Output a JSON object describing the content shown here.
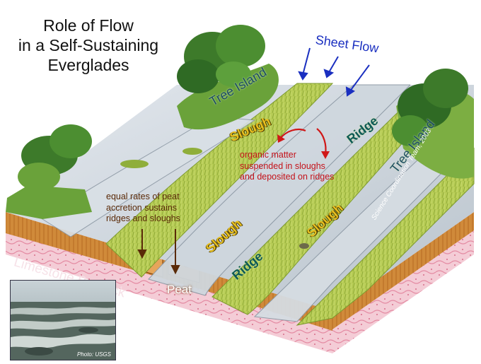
{
  "title": {
    "line1": "Role of Flow",
    "line2": "in a Self-Sustaining",
    "line3": "Everglades"
  },
  "labels": {
    "sheet_flow": "Sheet Flow",
    "tree_island_left": "Tree Island",
    "tree_island_right": "Tree Island",
    "slough_top": "Slough",
    "slough_left": "Slough",
    "slough_right": "Slough",
    "ridge_top": "Ridge",
    "ridge_bottom": "Ridge",
    "organic_line1": "organic matter",
    "organic_line2": "suspended in sloughs",
    "organic_line3": "and deposited on ridges",
    "peat_line1": "equal rates of peat",
    "peat_line2": "accretion sustains",
    "peat_line3": "ridges and sloughs",
    "peat": "Peat",
    "limestone": "Limestone Bedrock",
    "credit": "Science Coordination Team, 2003",
    "photo_credit": "Photo: USGS"
  },
  "colors": {
    "sheet_flow_arrow": "#1a2fc0",
    "organic_arrow": "#d01818",
    "peat_arrow": "#5a2a08",
    "ridge_green": "#a9c24a",
    "slough_gray": "#cfd6dc",
    "peat_brown": "#c97a2e",
    "limestone_pink": "#f3c9d4"
  },
  "icons": {
    "sheet_flow_arrows": "down-arrow-icon",
    "organic_arrows": "curved-arrow-icon",
    "peat_arrows": "down-arrow-icon"
  }
}
